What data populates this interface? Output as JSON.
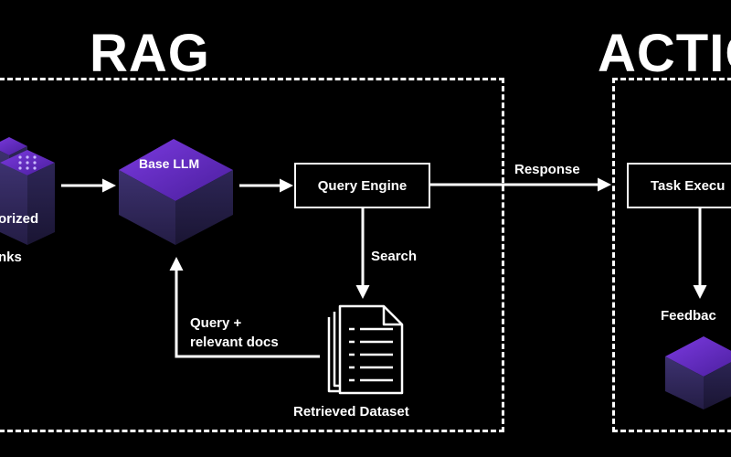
{
  "sections": {
    "rag_title": "RAG",
    "action_title": "ACTIO"
  },
  "nodes": {
    "vectorized_label": "orized",
    "chunks_label": "nks",
    "base_llm": "Base LLM",
    "query_engine": "Query Engine",
    "task_executor": "Task Execu",
    "feedback": "Feedbac",
    "retrieved_dataset": "Retrieved Dataset"
  },
  "edges": {
    "response": "Response",
    "search": "Search",
    "query_docs_line1": "Query +",
    "query_docs_line2": "relevant docs"
  },
  "colors": {
    "background": "#000000",
    "cube_top": "#6a2fc8",
    "cube_side": "#2a2150",
    "cube_front": "#332a5c",
    "line": "#ffffff"
  }
}
